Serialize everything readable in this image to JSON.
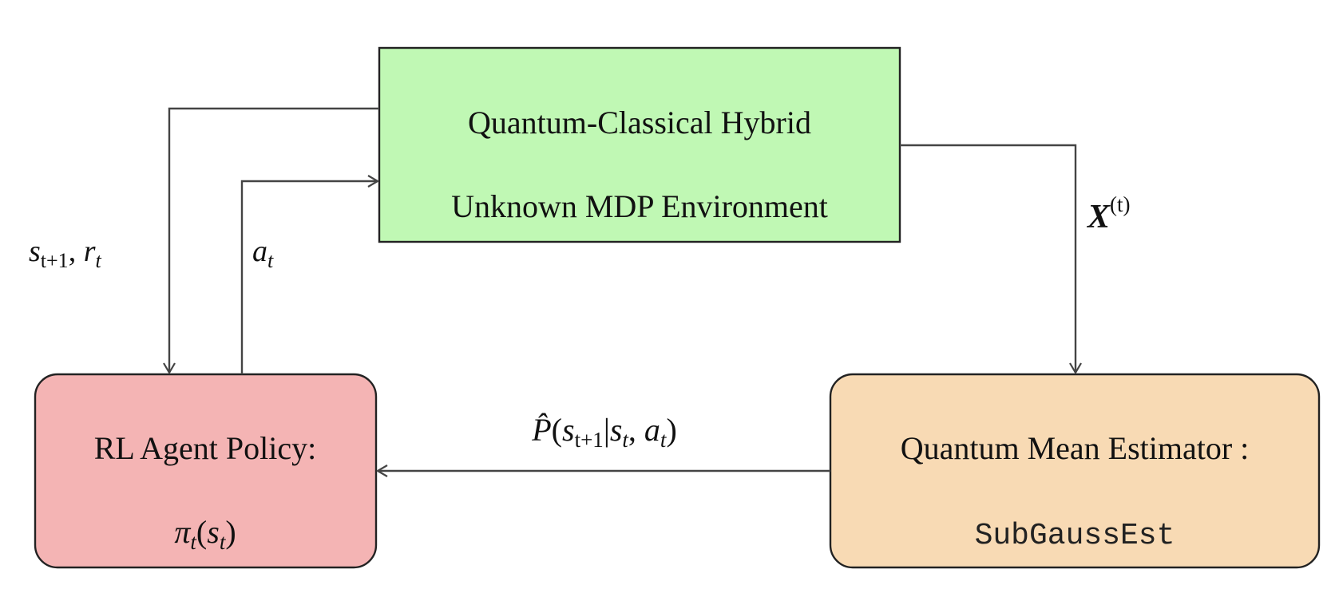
{
  "colors": {
    "environment_fill": "#c0f8b4",
    "agent_fill": "#f4b4b4",
    "estimator_fill": "#f8dab4",
    "line": "#444444"
  },
  "environment": {
    "line1": "Quantum-Classical Hybrid",
    "line2": "Unknown MDP Environment"
  },
  "agent": {
    "line1": "RL Agent Policy:",
    "policy_symbol": "π",
    "policy_sub": "t",
    "policy_arg_open": "(",
    "policy_arg": "s",
    "policy_arg_sub": "t",
    "policy_arg_close": ")"
  },
  "estimator": {
    "line1": "Quantum Mean Estimator :",
    "line2": "SubGaussEst"
  },
  "labels": {
    "state_reward": {
      "s": "s",
      "s_sub": "t+1",
      "comma": ", ",
      "r": "r",
      "r_sub": "t"
    },
    "action": {
      "a": "a",
      "a_sub": "t"
    },
    "samples": {
      "X": "X",
      "sup": "(t)"
    },
    "transition_estimate": {
      "P_hat": "P̂",
      "open": "(",
      "s1": "s",
      "s1_sub": "t+1",
      "bar": "|",
      "s2": "s",
      "s2_sub": "t",
      "comma": ", ",
      "a": "a",
      "a_sub": "t",
      "close": ")"
    }
  }
}
